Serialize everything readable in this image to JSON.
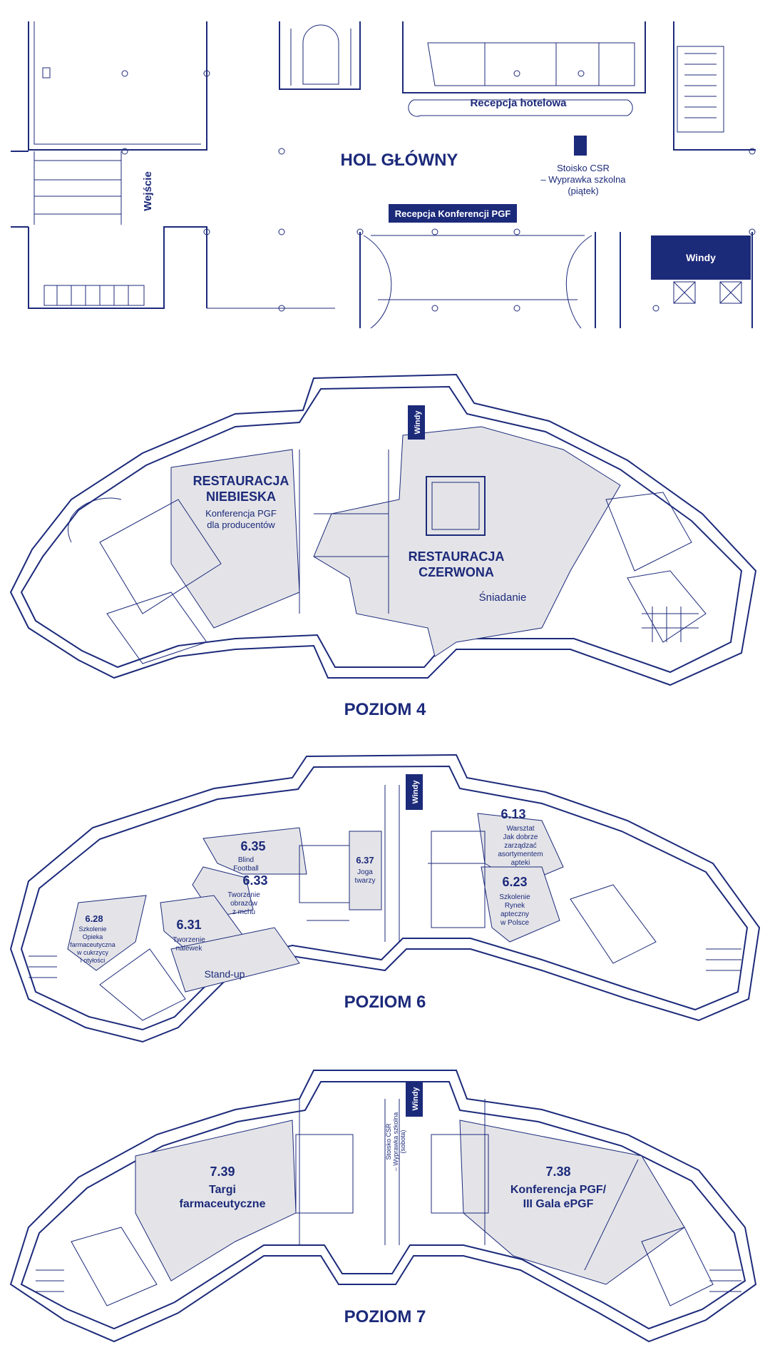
{
  "colors": {
    "navy": "#1c2a7a",
    "hall_fill": "#e4e4e8",
    "background": "#ffffff"
  },
  "lobby": {
    "title": "HOL GŁÓWNY",
    "entrance": "Wejście",
    "hotel_reception": "Recepcja hotelowa",
    "csr_booth": [
      "Stoisko CSR",
      "– Wyprawka szkolna",
      "(piątek)"
    ],
    "conference_reception": "Recepcja Konferencji PGF",
    "elevators": "Windy"
  },
  "level4": {
    "title": "POZIOM 4",
    "elevators": "Windy",
    "blue_restaurant": [
      "RESTAURACJA",
      "NIEBIESKA"
    ],
    "blue_restaurant_note": [
      "Konferencja PGF",
      "dla producentów"
    ],
    "red_restaurant": [
      "RESTAURACJA",
      "CZERWONA"
    ],
    "red_restaurant_note": "Śniadanie"
  },
  "level6": {
    "title": "POZIOM 6",
    "elevators": "Windy",
    "rooms": {
      "r635": {
        "number": "6.35",
        "desc": [
          "Blind",
          "Football"
        ]
      },
      "r633": {
        "number": "6.33",
        "desc": [
          "Tworzenie",
          "obrazów",
          "z mchu"
        ]
      },
      "r637": {
        "number": "6.37",
        "desc": [
          "Joga",
          "twarzy"
        ]
      },
      "r631": {
        "number": "6.31",
        "desc": [
          "Tworzenie",
          "nalewek"
        ]
      },
      "r628": {
        "number": "6.28",
        "desc": [
          "Szkolenie",
          "Opieka",
          "farmaceutyczna",
          "w cukrzycy",
          "i otyłości"
        ]
      },
      "r613": {
        "number": "6.13",
        "desc": [
          "Warsztat",
          "Jak dobrze",
          "zarządzać",
          "asortymentem",
          "apteki"
        ]
      },
      "r623": {
        "number": "6.23",
        "desc": [
          "Szkolenie",
          "Rynek",
          "apteczny",
          "w Polsce"
        ]
      },
      "standup": "Stand-up"
    }
  },
  "level7": {
    "title": "POZIOM 7",
    "elevators": "Windy",
    "csr_booth": [
      "Stoisko CSR",
      "– Wyprawka szkolna",
      "(sobota)"
    ],
    "r739": {
      "number": "7.39",
      "desc": [
        "Targi",
        "farmaceutyczne"
      ]
    },
    "r738": {
      "number": "7.38",
      "desc": [
        "Konferencja PGF/",
        "III Gala ePGF"
      ]
    }
  }
}
